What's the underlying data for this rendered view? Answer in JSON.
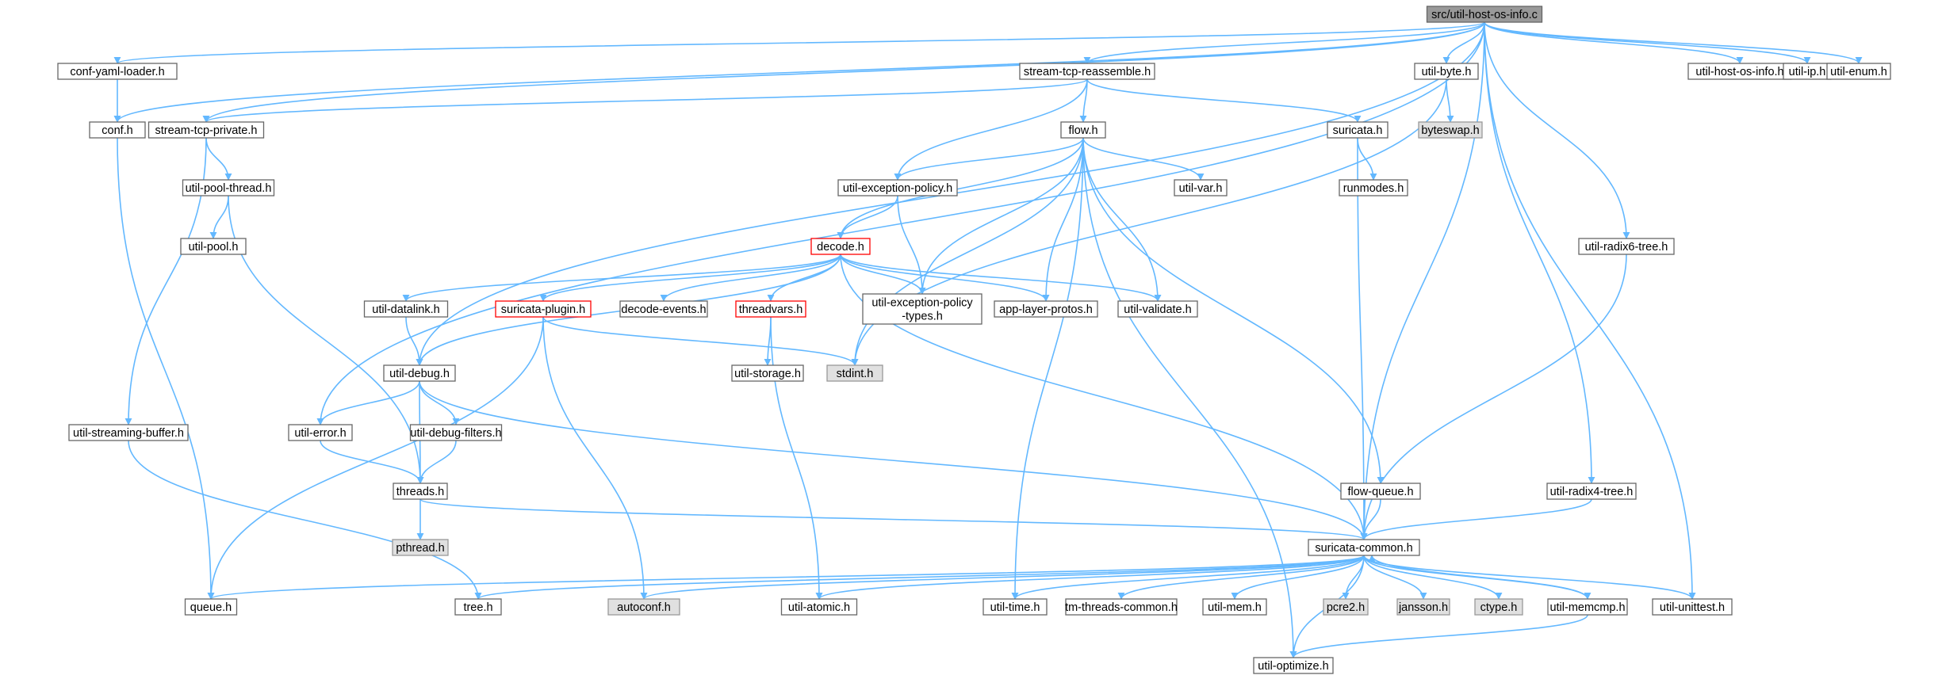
{
  "colors": {
    "edge": "#63b8ff",
    "node_fill": "#ffffff",
    "node_border": "#666666",
    "root_fill": "#999999",
    "root_border": "#666666",
    "external_fill": "#e0e0e0",
    "external_border": "#999999",
    "incomplete_border": "#ff0000"
  },
  "nodes": [
    {
      "id": "root",
      "label": "src/util-host-os-info.c",
      "style": "root"
    },
    {
      "id": "confyaml",
      "label": "conf-yaml-loader.h",
      "style": "normal"
    },
    {
      "id": "conf",
      "label": "conf.h",
      "style": "normal"
    },
    {
      "id": "streamreasm",
      "label": "stream-tcp-reassemble.h",
      "style": "normal"
    },
    {
      "id": "streampriv",
      "label": "stream-tcp-private.h",
      "style": "normal"
    },
    {
      "id": "utilbyte",
      "label": "util-byte.h",
      "style": "normal"
    },
    {
      "id": "byteswap",
      "label": "byteswap.h",
      "style": "external"
    },
    {
      "id": "hostosinfo",
      "label": "util-host-os-info.h",
      "style": "normal"
    },
    {
      "id": "utilip",
      "label": "util-ip.h",
      "style": "normal"
    },
    {
      "id": "utilenum",
      "label": "util-enum.h",
      "style": "normal"
    },
    {
      "id": "flow",
      "label": "flow.h",
      "style": "normal"
    },
    {
      "id": "suricata",
      "label": "suricata.h",
      "style": "normal"
    },
    {
      "id": "runmodes",
      "label": "runmodes.h",
      "style": "normal"
    },
    {
      "id": "poolthread",
      "label": "util-pool-thread.h",
      "style": "normal"
    },
    {
      "id": "pool",
      "label": "util-pool.h",
      "style": "normal"
    },
    {
      "id": "excpol",
      "label": "util-exception-policy.h",
      "style": "normal"
    },
    {
      "id": "utilvar",
      "label": "util-var.h",
      "style": "normal"
    },
    {
      "id": "radix6",
      "label": "util-radix6-tree.h",
      "style": "normal"
    },
    {
      "id": "decode",
      "label": "decode.h",
      "style": "incomplete"
    },
    {
      "id": "datalink",
      "label": "util-datalink.h",
      "style": "normal"
    },
    {
      "id": "plugin",
      "label": "suricata-plugin.h",
      "style": "incomplete"
    },
    {
      "id": "decevents",
      "label": "decode-events.h",
      "style": "normal"
    },
    {
      "id": "threadvars",
      "label": "threadvars.h",
      "style": "incomplete"
    },
    {
      "id": "excpoltypes",
      "label": "util-exception-policy\n-types.h",
      "style": "normal"
    },
    {
      "id": "alprotos",
      "label": "app-layer-protos.h",
      "style": "normal"
    },
    {
      "id": "validate",
      "label": "util-validate.h",
      "style": "normal"
    },
    {
      "id": "debug",
      "label": "util-debug.h",
      "style": "normal"
    },
    {
      "id": "storage",
      "label": "util-storage.h",
      "style": "normal"
    },
    {
      "id": "stdint",
      "label": "stdint.h",
      "style": "external"
    },
    {
      "id": "streambuf",
      "label": "util-streaming-buffer.h",
      "style": "normal"
    },
    {
      "id": "error",
      "label": "util-error.h",
      "style": "normal"
    },
    {
      "id": "debugfilters",
      "label": "util-debug-filters.h",
      "style": "normal"
    },
    {
      "id": "threads",
      "label": "threads.h",
      "style": "normal"
    },
    {
      "id": "flowqueue",
      "label": "flow-queue.h",
      "style": "normal"
    },
    {
      "id": "radix4",
      "label": "util-radix4-tree.h",
      "style": "normal"
    },
    {
      "id": "pthread",
      "label": "pthread.h",
      "style": "external"
    },
    {
      "id": "common",
      "label": "suricata-common.h",
      "style": "normal"
    },
    {
      "id": "queue",
      "label": "queue.h",
      "style": "normal"
    },
    {
      "id": "tree",
      "label": "tree.h",
      "style": "normal"
    },
    {
      "id": "autoconf",
      "label": "autoconf.h",
      "style": "external"
    },
    {
      "id": "atomic",
      "label": "util-atomic.h",
      "style": "normal"
    },
    {
      "id": "time",
      "label": "util-time.h",
      "style": "normal"
    },
    {
      "id": "tmthreads",
      "label": "tm-threads-common.h",
      "style": "normal"
    },
    {
      "id": "mem",
      "label": "util-mem.h",
      "style": "normal"
    },
    {
      "id": "pcre2",
      "label": "pcre2.h",
      "style": "external"
    },
    {
      "id": "jansson",
      "label": "jansson.h",
      "style": "external"
    },
    {
      "id": "ctype",
      "label": "ctype.h",
      "style": "external"
    },
    {
      "id": "memcmp",
      "label": "util-memcmp.h",
      "style": "normal"
    },
    {
      "id": "unittest",
      "label": "util-unittest.h",
      "style": "normal"
    },
    {
      "id": "optimize",
      "label": "util-optimize.h",
      "style": "normal"
    }
  ],
  "edges": [
    [
      "root",
      "confyaml"
    ],
    [
      "root",
      "conf"
    ],
    [
      "root",
      "streampriv"
    ],
    [
      "root",
      "debug"
    ],
    [
      "root",
      "error"
    ],
    [
      "root",
      "streamreasm"
    ],
    [
      "root",
      "utilbyte"
    ],
    [
      "root",
      "common"
    ],
    [
      "root",
      "radix6"
    ],
    [
      "root",
      "radix4"
    ],
    [
      "root",
      "unittest"
    ],
    [
      "root",
      "hostosinfo"
    ],
    [
      "root",
      "utilip"
    ],
    [
      "root",
      "utilenum"
    ],
    [
      "confyaml",
      "conf"
    ],
    [
      "conf",
      "queue"
    ],
    [
      "streamreasm",
      "streampriv"
    ],
    [
      "streamreasm",
      "flow"
    ],
    [
      "streamreasm",
      "suricata"
    ],
    [
      "streamreasm",
      "excpol"
    ],
    [
      "streampriv",
      "poolthread"
    ],
    [
      "streampriv",
      "streambuf"
    ],
    [
      "poolthread",
      "pool"
    ],
    [
      "poolthread",
      "threads"
    ],
    [
      "utilbyte",
      "byteswap"
    ],
    [
      "utilbyte",
      "stdint"
    ],
    [
      "suricata",
      "runmodes"
    ],
    [
      "suricata",
      "common"
    ],
    [
      "flow",
      "excpol"
    ],
    [
      "flow",
      "decode"
    ],
    [
      "flow",
      "utilvar"
    ],
    [
      "flow",
      "excpoltypes"
    ],
    [
      "flow",
      "alprotos"
    ],
    [
      "flow",
      "validate"
    ],
    [
      "flow",
      "stdint"
    ],
    [
      "flow",
      "time"
    ],
    [
      "flow",
      "flowqueue"
    ],
    [
      "flow",
      "optimize"
    ],
    [
      "excpol",
      "decode"
    ],
    [
      "excpol",
      "excpoltypes"
    ],
    [
      "decode",
      "datalink"
    ],
    [
      "decode",
      "plugin"
    ],
    [
      "decode",
      "decevents"
    ],
    [
      "decode",
      "threadvars"
    ],
    [
      "decode",
      "excpoltypes"
    ],
    [
      "decode",
      "alprotos"
    ],
    [
      "decode",
      "validate"
    ],
    [
      "decode",
      "debug"
    ],
    [
      "decode",
      "common"
    ],
    [
      "datalink",
      "debug"
    ],
    [
      "plugin",
      "queue"
    ],
    [
      "plugin",
      "autoconf"
    ],
    [
      "plugin",
      "stdint"
    ],
    [
      "threadvars",
      "storage"
    ],
    [
      "threadvars",
      "atomic"
    ],
    [
      "debug",
      "error"
    ],
    [
      "debug",
      "debugfilters"
    ],
    [
      "debug",
      "threads"
    ],
    [
      "debug",
      "common"
    ],
    [
      "error",
      "threads"
    ],
    [
      "debugfilters",
      "threads"
    ],
    [
      "threads",
      "pthread"
    ],
    [
      "threads",
      "common"
    ],
    [
      "streambuf",
      "tree"
    ],
    [
      "flowqueue",
      "common"
    ],
    [
      "radix4",
      "common"
    ],
    [
      "radix6",
      "common"
    ],
    [
      "common",
      "queue"
    ],
    [
      "common",
      "tree"
    ],
    [
      "common",
      "autoconf"
    ],
    [
      "common",
      "atomic"
    ],
    [
      "common",
      "time"
    ],
    [
      "common",
      "tmthreads"
    ],
    [
      "common",
      "mem"
    ],
    [
      "common",
      "pcre2"
    ],
    [
      "common",
      "jansson"
    ],
    [
      "common",
      "ctype"
    ],
    [
      "common",
      "memcmp"
    ],
    [
      "common",
      "unittest"
    ],
    [
      "common",
      "optimize"
    ],
    [
      "memcmp",
      "common"
    ],
    [
      "memcmp",
      "optimize"
    ]
  ]
}
